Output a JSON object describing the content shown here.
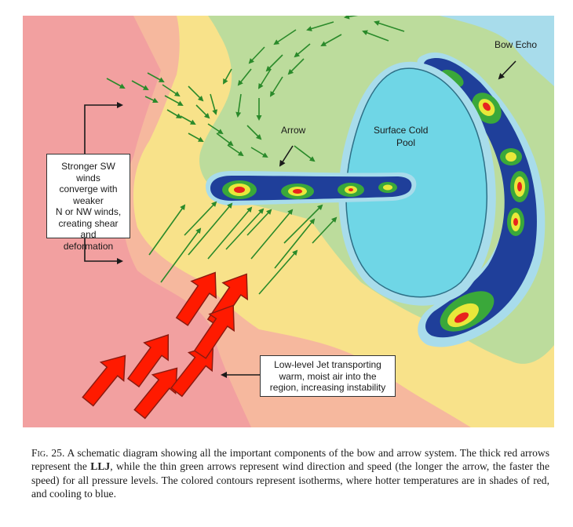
{
  "labels": {
    "bow_echo": "Bow Echo",
    "arrow": "Arrow",
    "surface_cold_pool_line1": "Surface Cold",
    "surface_cold_pool_line2": "Pool"
  },
  "callout_left_lines": [
    "Stronger SW winds",
    "converge with",
    "weaker",
    "N or NW winds,",
    "creating shear and",
    "deformation"
  ],
  "callout_bottom_lines": [
    "Low-level Jet transporting",
    "warm, moist air into the",
    "region, increasing instability"
  ],
  "caption": {
    "fig_label": "Fig. 25.",
    "text_before_llj": "A schematic diagram showing all the important components of the bow and arrow system. The thick red arrows represent the",
    "llj": "LLJ",
    "text_after_llj": ", while the thin green arrows represent wind direction and speed (the longer the arrow, the faster the speed) for all pressure levels. The colored contours represent isotherms, where hotter temperatures are in shades of red, and cooling to blue."
  },
  "colors": {
    "hot_red": "#f2a0a0",
    "salmon": "#f6b89e",
    "yellow": "#f8e28a",
    "light_green": "#bcdc9c",
    "light_blue": "#a8dceb",
    "cold_pool": "#6fd6e6",
    "dark_blue": "#1f3f9a",
    "green_band": "#3aa83a",
    "yellow_band": "#e8e83a",
    "red_core": "#e8231e",
    "wind_arrow": "#2a8a2a",
    "llj_arrow": "#ff1a00"
  }
}
